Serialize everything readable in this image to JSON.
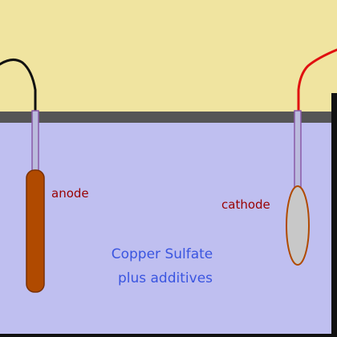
{
  "labels": {
    "anode": "anode",
    "cathode": "cathode",
    "solution_line1": "Copper Sulfate",
    "solution_line2": "plus additives"
  },
  "colors": {
    "background": "#f0e4a0",
    "solution": "#bfbff0",
    "tank_wall": "#111111",
    "support_bar": "#555555",
    "anode_fill": "#b04a00",
    "anode_outline": "#7a3000",
    "cathode_fill": "#c8c8c8",
    "cathode_outline": "#b04a00",
    "rod_fill": "#bbbbdd",
    "rod_outline": "#8a5aa8",
    "anode_wire": "#111111",
    "cathode_wire": "#e01010",
    "anode_text": "#990000",
    "cathode_text": "#990000",
    "solution_text": "#3a55e0"
  }
}
